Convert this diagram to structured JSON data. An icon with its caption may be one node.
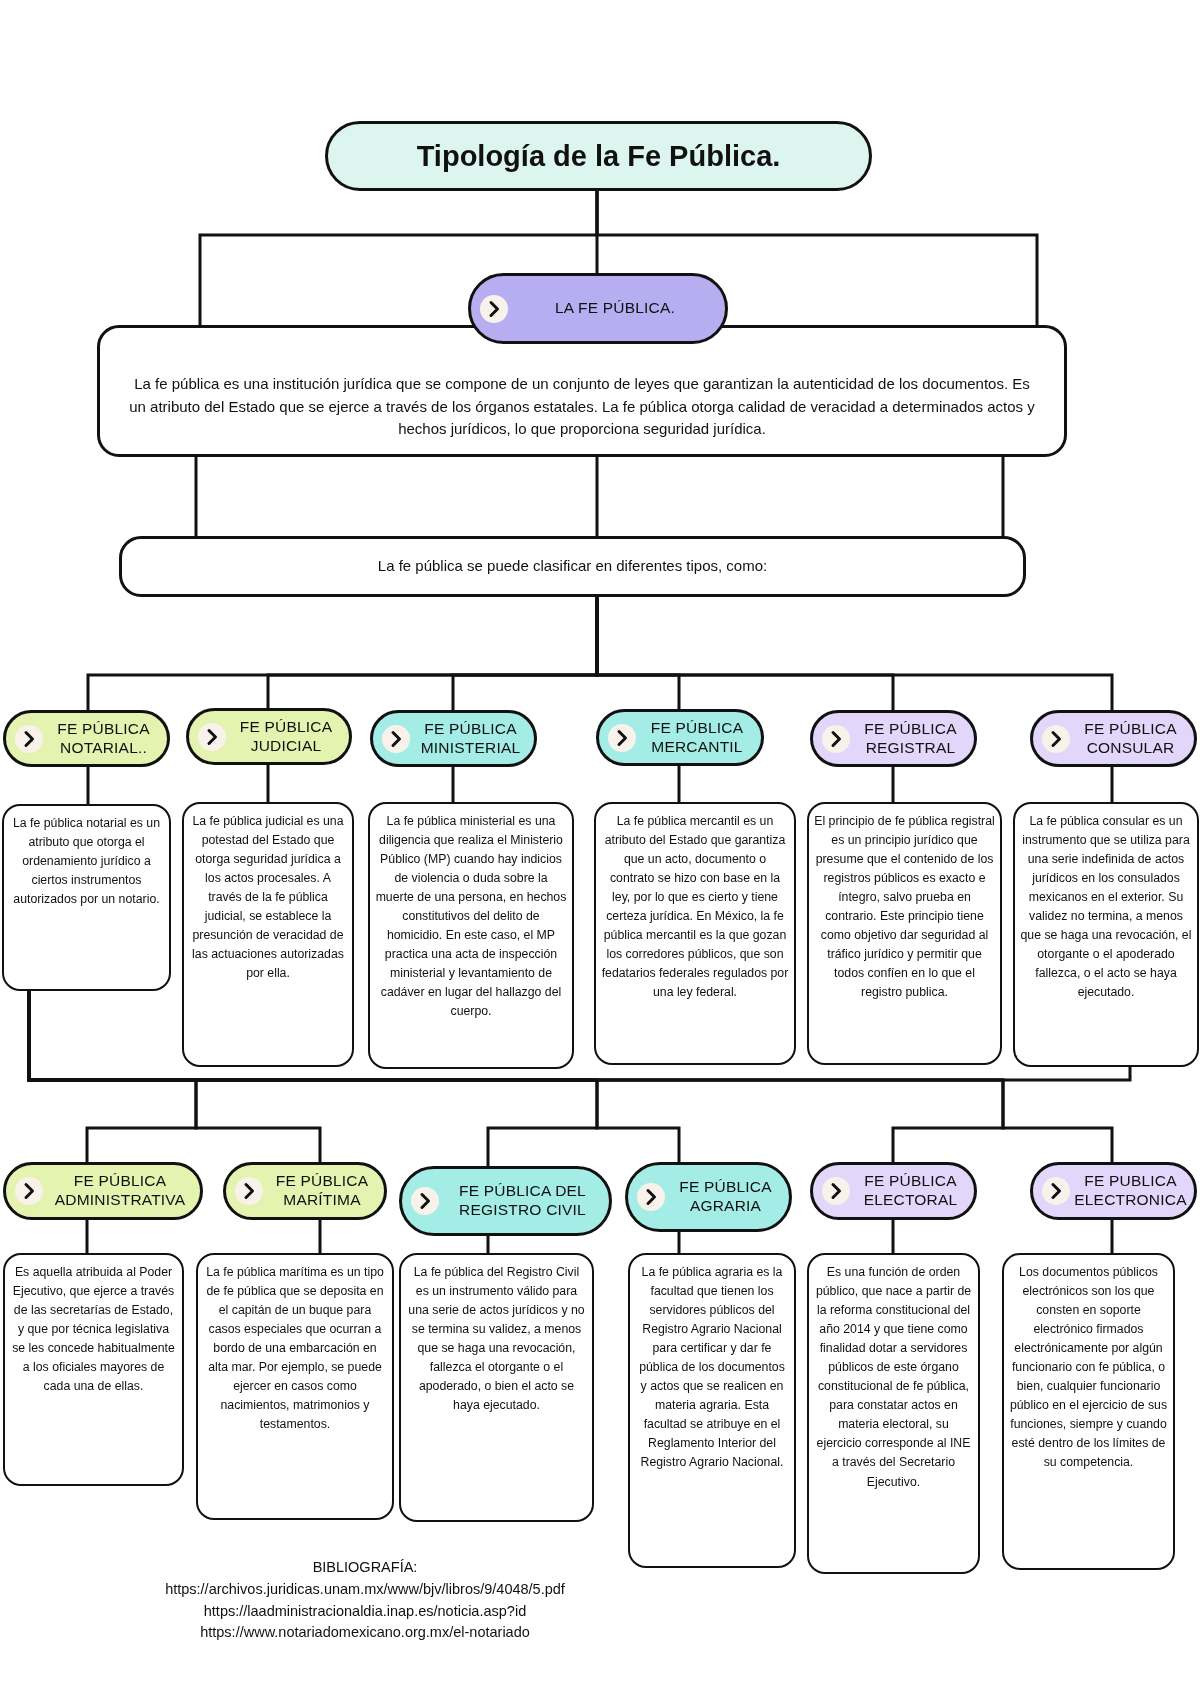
{
  "diagram": {
    "nodes": [
      {
        "text": [
          "Tipología de la Fe Pública."
        ]
      },
      {
        "text": [
          "LA FE PÚBLICA."
        ]
      },
      {
        "text": [
          "La fe pública es una institución jurídica que se compone de un conjunto de leyes que garantizan la autenticidad de los documentos. Es un atributo del Estado que se ejerce a través de los órganos estatales. La fe pública otorga calidad de veracidad a determinados actos y hechos jurídicos, lo que proporciona seguridad jurídica."
        ]
      },
      {
        "text": [
          "La fe pública se puede clasificar en diferentes tipos, como:"
        ]
      },
      {
        "text": [
          "FE PÚBLICA NOTARIAL.."
        ]
      },
      {
        "text": [
          "FE PÚBLICA JUDICIAL"
        ]
      },
      {
        "text": [
          "FE PÚBLICA MINISTERIAL"
        ]
      },
      {
        "text": [
          "FE PÚBLICA MERCANTIL"
        ]
      },
      {
        "text": [
          "FE PÚBLICA REGISTRAL"
        ]
      },
      {
        "text": [
          "FE PÚBLICA CONSULAR"
        ]
      },
      {
        "text": [
          "La fe pública notarial es un atributo que otorga el ordenamiento jurídico a ciertos instrumentos autorizados por un notario."
        ]
      },
      {
        "text": [
          "La fe pública judicial es una potestad del Estado que otorga seguridad jurídica a los actos procesales. A través de la fe pública judicial, se establece la presunción de veracidad de las actuaciones autorizadas por ella."
        ]
      },
      {
        "text": [
          "La fe pública ministerial es una diligencia que realiza el Ministerio Público (MP) cuando hay indicios de violencia o duda sobre la muerte de una persona, en hechos constitutivos del delito de homicidio. En este caso, el MP practica una acta de inspección ministerial y levantamiento de cadáver en lugar del hallazgo del cuerpo."
        ]
      },
      {
        "text": [
          "La fe pública mercantil es un atributo del Estado que garantiza que un acto, documento o contrato se hizo con base en la ley, por lo que es cierto y tiene certeza jurídica. En México, la fe pública mercantil es la que gozan los corredores públicos, que son fedatarios federales regulados por una ley federal."
        ]
      },
      {
        "text": [
          "El principio de fe pública registral es un principio jurídico que presume que el contenido de los registros públicos es exacto e íntegro, salvo prueba en contrario. Este principio tiene como objetivo dar seguridad al tráfico jurídico y permitir que todos confíen en lo que el registro publica."
        ]
      },
      {
        "text": [
          "La fe pública consular es un instrumento que se utiliza para una serie indefinida de actos jurídicos en los consulados mexicanos en el exterior. Su validez no termina, a menos que se haga una revocación, el otorgante o el apoderado fallezca, o el acto se haya ejecutado."
        ]
      },
      {
        "text": [
          "FE PÚBLICA ADMINISTRATIVA"
        ]
      },
      {
        "text": [
          "FE PÚBLICA MARÍTIMA"
        ]
      },
      {
        "text": [
          "FE PÚBLICA DEL REGISTRO CIVIL"
        ]
      },
      {
        "text": [
          "FE PÚBLICA AGRARIA"
        ]
      },
      {
        "text": [
          "FE PÚBLICA ELECTORAL"
        ]
      },
      {
        "text": [
          "FE PUBLICA ELECTRONICA"
        ]
      },
      {
        "text": [
          "Es aquella atribuida al Poder Ejecutivo, que ejerce a través de las secretarías de Estado, y que por técnica legislativa se les concede habitualmente a los oficiales mayores de cada una de ellas."
        ]
      },
      {
        "text": [
          "La fe pública marítima es un tipo de fe pública que se deposita en el capitán de un buque para casos especiales que ocurran a bordo de una embarcación en alta mar. Por ejemplo, se puede ejercer en casos como nacimientos, matrimonios y testamentos."
        ]
      },
      {
        "text": [
          "La fe pública del Registro Civil es un instrumento válido para una serie de actos jurídicos y no se termina su validez, a menos que se haga una revocación, fallezca el otorgante o el apoderado, o bien el acto se haya ejecutado."
        ]
      },
      {
        "text": [
          "La fe pública agraria es la facultad que tienen los servidores públicos del Registro Agrario Nacional para certificar y dar fe pública de los documentos y actos que se realicen en materia agraria. Esta facultad se atribuye en el Reglamento Interior del Registro Agrario Nacional."
        ]
      },
      {
        "text": [
          "Es una función de orden público, que nace a partir de la reforma constitucional del año 2014 y que tiene como finalidad dotar a servidores públicos de este órgano constitucional de fe pública, para constatar actos en materia electoral, su ejercicio corresponde al INE a través del Secretario Ejecutivo."
        ]
      },
      {
        "text": [
          "Los documentos públicos electrónicos son los que consten en soporte electrónico firmados electrónicamente por algún funcionario con fe pública, o bien, cualquier funcionario público en el ejercicio de sus funciones, siempre y cuando esté dentro de los límites de su competencia."
        ]
      }
    ],
    "edges": [
      {
        "from": 0,
        "to": 1,
        "arrow": "none"
      },
      {
        "from": 0,
        "to": 2,
        "arrow": "none"
      },
      {
        "from": 0,
        "to": 2,
        "arrow": "none"
      },
      {
        "from": 2,
        "to": 3,
        "arrow": "none"
      },
      {
        "from": 2,
        "to": 3,
        "arrow": "none"
      },
      {
        "from": 2,
        "to": 3,
        "arrow": "none"
      },
      {
        "from": 3,
        "to": 4,
        "arrow": "none"
      },
      {
        "from": 3,
        "to": 5,
        "arrow": "none"
      },
      {
        "from": 3,
        "to": 6,
        "arrow": "none"
      },
      {
        "from": 3,
        "to": 7,
        "arrow": "none"
      },
      {
        "from": 3,
        "to": 8,
        "arrow": "none"
      },
      {
        "from": 3,
        "to": 9,
        "arrow": "none"
      },
      {
        "from": 4,
        "to": 10,
        "arrow": "none"
      },
      {
        "from": 5,
        "to": 11,
        "arrow": "none"
      },
      {
        "from": 6,
        "to": 12,
        "arrow": "none"
      },
      {
        "from": 7,
        "to": 13,
        "arrow": "none"
      },
      {
        "from": 8,
        "to": 14,
        "arrow": "none"
      },
      {
        "from": 9,
        "to": 15,
        "arrow": "none"
      },
      {
        "from": 10,
        "to": 16,
        "arrow": "none"
      },
      {
        "from": 10,
        "to": 17,
        "arrow": "none"
      },
      {
        "from": 10,
        "to": 18,
        "arrow": "none"
      },
      {
        "from": 10,
        "to": 19,
        "arrow": "none"
      },
      {
        "from": 10,
        "to": 20,
        "arrow": "none"
      },
      {
        "from": 10,
        "to": 21,
        "arrow": "none"
      },
      {
        "from": 15,
        "to": 10,
        "arrow": "none"
      },
      {
        "from": 16,
        "to": 22,
        "arrow": "none"
      },
      {
        "from": 17,
        "to": 23,
        "arrow": "none"
      },
      {
        "from": 18,
        "to": 24,
        "arrow": "none"
      },
      {
        "from": 19,
        "to": 25,
        "arrow": "none"
      },
      {
        "from": 20,
        "to": 26,
        "arrow": "none"
      },
      {
        "from": 21,
        "to": 27,
        "arrow": "none"
      }
    ],
    "labels": [
      "BIBLIOGRAFÍA:",
      "https://archivos.juridicas.unam.mx/www/bjv/libros/9/4048/5.pdf",
      "https://laadministracionaldia.inap.es/noticia.asp?id",
      "https://www.notariadomexicano.org.mx/el-notariado"
    ]
  }
}
